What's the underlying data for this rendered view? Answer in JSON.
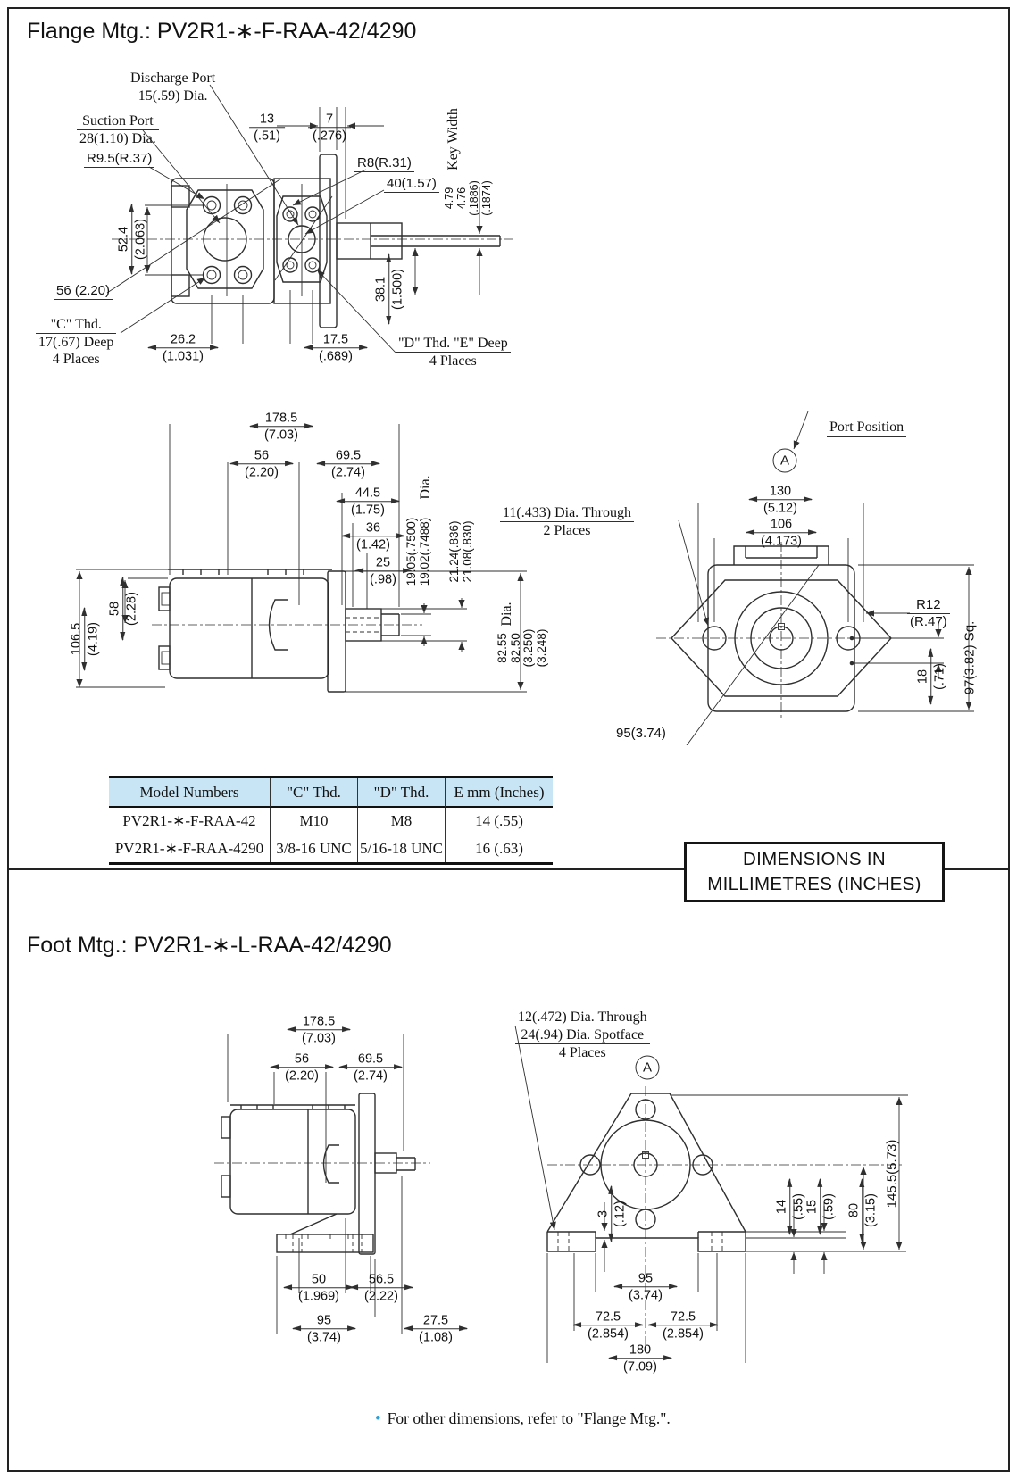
{
  "flange": {
    "title": "Flange Mtg.: PV2R1-∗-F-RAA-42/4290",
    "front": {
      "discharge": {
        "l1": "Discharge Port",
        "l2": "15(.59) Dia."
      },
      "suction": {
        "l1": "Suction Port",
        "l2": "28(1.10) Dia."
      },
      "r9_5": "R9.5(R.37)",
      "r8": "R8(R.31)",
      "d40": "40(1.57)",
      "d13": {
        "mm": "13",
        "in": "(.51)"
      },
      "d7": {
        "mm": "7",
        "in": "(.276)"
      },
      "key_width": "Key Width",
      "key": {
        "l1": "4.79",
        "l2": "4.76",
        "l3": "(.1886)",
        "l4": "(.1874)"
      },
      "d52_4": {
        "mm": "52.4",
        "in": "(2.063)"
      },
      "d56": "56 (2.20)",
      "c_thd": {
        "l1": "\"C\" Thd.",
        "l2": "17(.67) Deep",
        "l3": "4 Places"
      },
      "d26_2": {
        "mm": "26.2",
        "in": "(1.031)"
      },
      "d17_5": {
        "mm": "17.5",
        "in": "(.689)"
      },
      "de_thd": {
        "l1": "\"D\" Thd. \"E\" Deep",
        "l2": "4 Places"
      },
      "d38_1": {
        "mm": "38.1",
        "in": "(1.500)"
      }
    },
    "side": {
      "d178_5": {
        "mm": "178.5",
        "in": "(7.03)"
      },
      "d56": {
        "mm": "56",
        "in": "(2.20)"
      },
      "d69_5": {
        "mm": "69.5",
        "in": "(2.74)"
      },
      "d44_5": {
        "mm": "44.5",
        "in": "(1.75)"
      },
      "d36": {
        "mm": "36",
        "in": "(1.42)"
      },
      "d25": {
        "mm": "25",
        "in": "(.98)"
      },
      "dia": "Dia.",
      "shaft_dia": {
        "l1": "19.05(.7500)",
        "l2": "19.02(.7488)"
      },
      "spigot": {
        "l1": "21.24(.836)",
        "l2": "21.08(.830)"
      },
      "pilot": {
        "l1": "82.55",
        "l2": "82.50"
      },
      "pilot_in": {
        "l1": "(3.250)",
        "l2": "(3.248)"
      },
      "d58": {
        "mm": "58",
        "in": "(2.28)"
      },
      "d106_5": {
        "mm": "106.5",
        "in": "(4.19)"
      }
    },
    "rear": {
      "port_position": "Port Position",
      "port_letter": "A",
      "d130": {
        "mm": "130",
        "in": "(5.12)"
      },
      "d106": {
        "mm": "106",
        "in": "(4.173)"
      },
      "through": {
        "l1": "11(.433) Dia. Through",
        "l2": "2 Places"
      },
      "r12": {
        "l1": "R12",
        "l2": "(R.47)"
      },
      "d18": {
        "mm": "18",
        "in": "(.71)"
      },
      "sq": "97(3.82) Sq.",
      "d95": "95(3.74)"
    },
    "table": {
      "headers": [
        "Model Numbers",
        "\"C\" Thd.",
        "\"D\" Thd.",
        "E  mm (Inches)"
      ],
      "rows": [
        [
          "PV2R1-∗-F-RAA-42",
          "M10",
          "M8",
          "14 (.55)"
        ],
        [
          "PV2R1-∗-F-RAA-4290",
          "3/8-16 UNC",
          "5/16-18 UNC",
          "16 (.63)"
        ]
      ]
    }
  },
  "units": {
    "l1": "DIMENSIONS IN",
    "l2": "MILLIMETRES (INCHES)"
  },
  "foot": {
    "title": "Foot Mtg.: PV2R1-∗-L-RAA-42/4290",
    "side": {
      "d178_5": {
        "mm": "178.5",
        "in": "(7.03)"
      },
      "d56": {
        "mm": "56",
        "in": "(2.20)"
      },
      "d69_5": {
        "mm": "69.5",
        "in": "(2.74)"
      },
      "d50": {
        "mm": "50",
        "in": "(1.969)"
      },
      "d56_5": {
        "mm": "56.5",
        "in": "(2.22)"
      },
      "d95": {
        "mm": "95",
        "in": "(3.74)"
      },
      "d27_5": {
        "mm": "27.5",
        "in": "(1.08)"
      }
    },
    "front": {
      "spotface": {
        "l1": "12(.472) Dia. Through",
        "l2": "24(.94) Dia. Spotface",
        "l3": "4 Places"
      },
      "port_letter": "A",
      "d3": {
        "mm": "3",
        "in": "(.12)"
      },
      "d14": {
        "mm": "14",
        "in": "(.55)"
      },
      "d15": {
        "mm": "15",
        "in": "(.59)"
      },
      "d80": {
        "mm": "80",
        "in": "(3.15)"
      },
      "d145_5": "145.5(5.73)",
      "d95": {
        "mm": "95",
        "in": "(3.74)"
      },
      "d72_5a": {
        "mm": "72.5",
        "in": "(2.854)"
      },
      "d72_5b": {
        "mm": "72.5",
        "in": "(2.854)"
      },
      "d180": {
        "mm": "180",
        "in": "(7.09)"
      }
    },
    "note": {
      "bullet": "•",
      "text": "For other dimensions, refer to \"Flange Mtg.\"."
    }
  }
}
